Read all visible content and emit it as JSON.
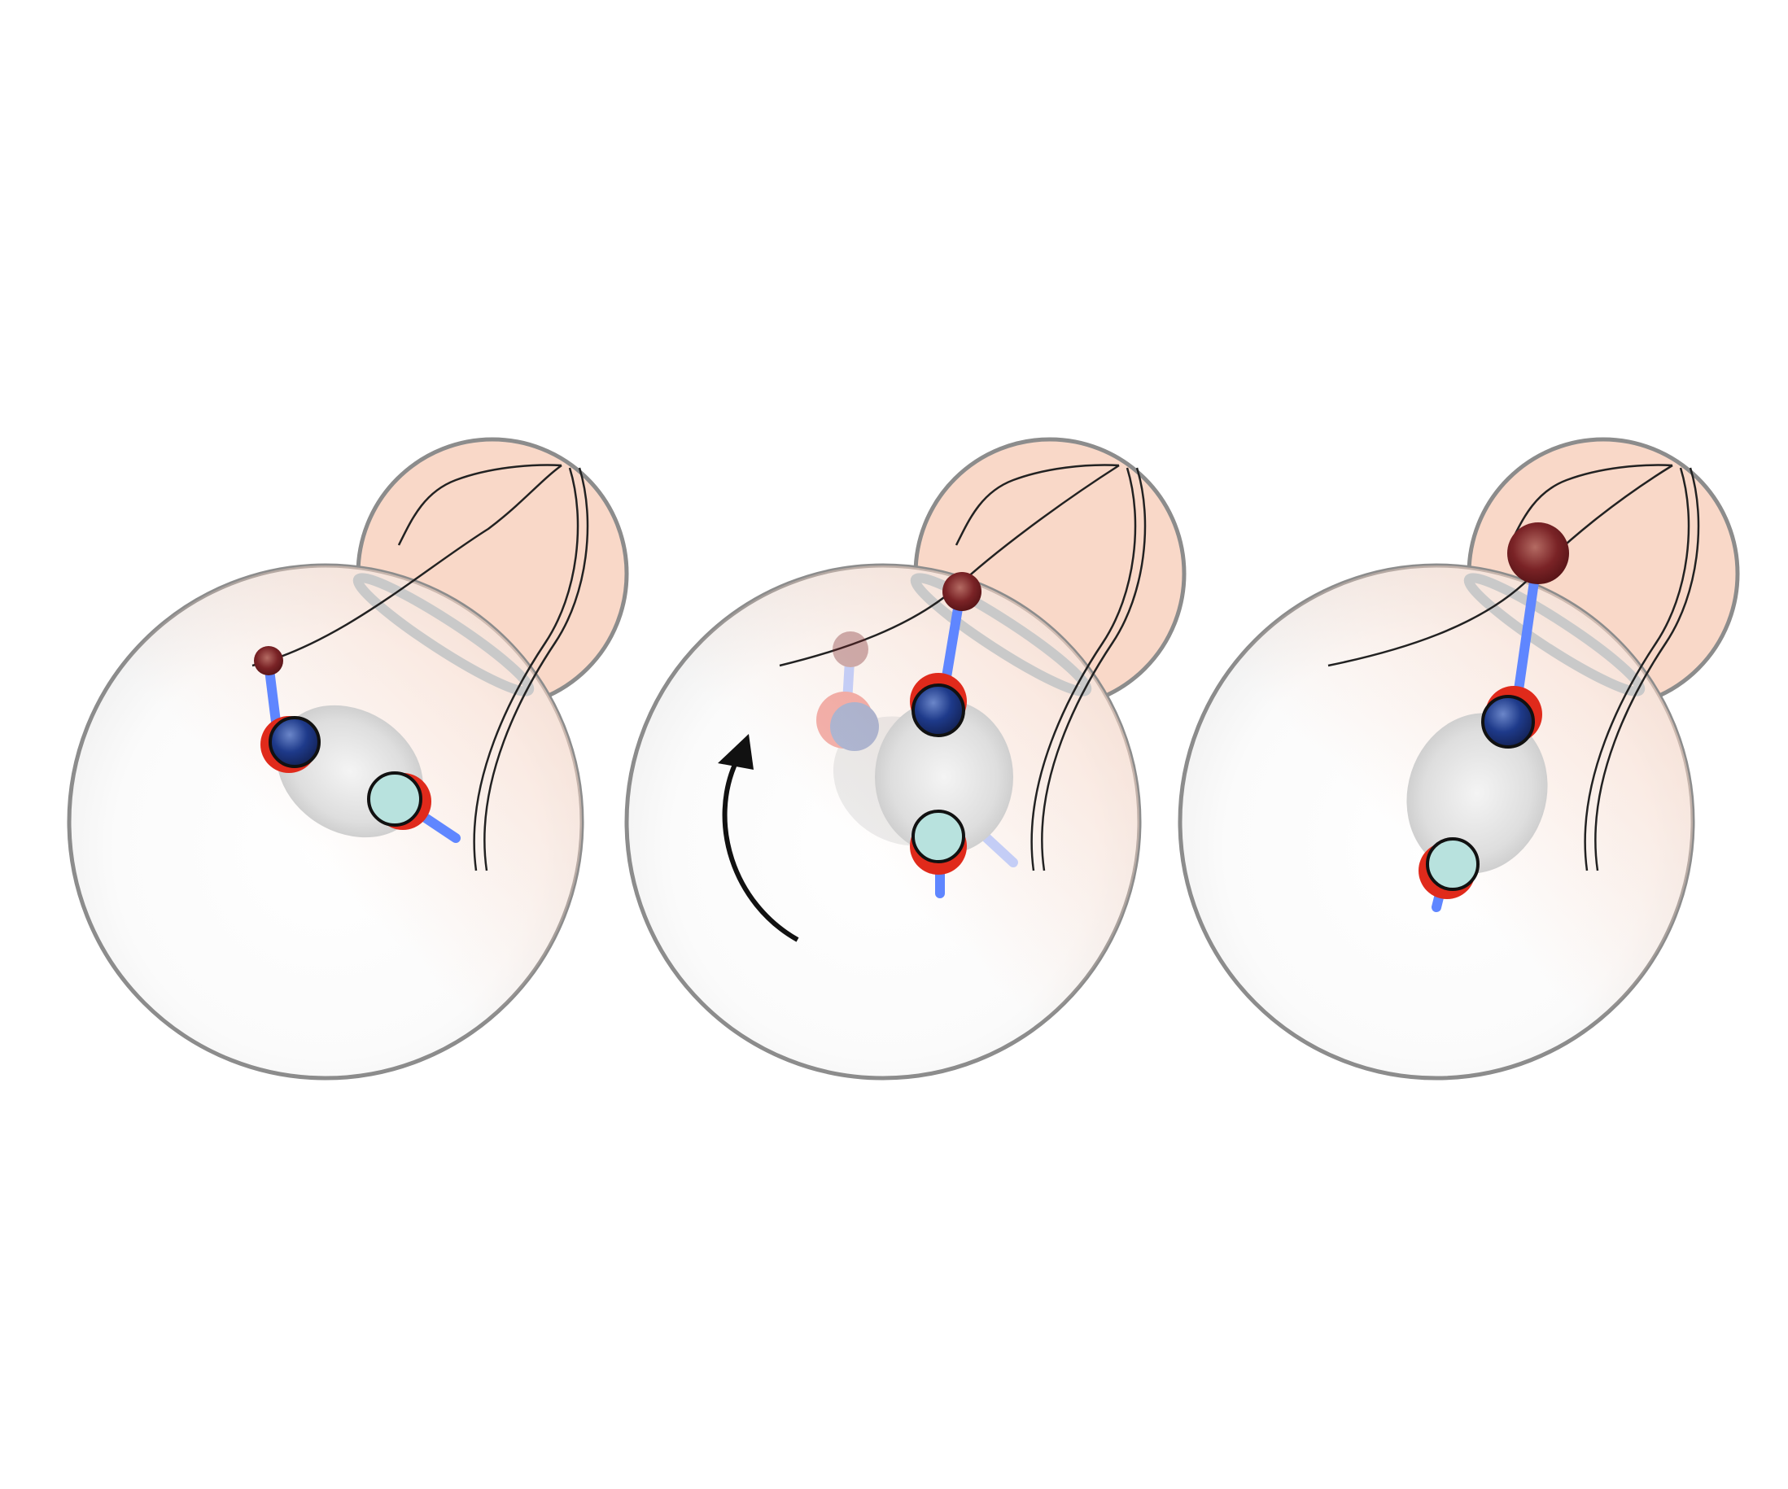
{
  "figure": {
    "panel_count": 3,
    "colors": {
      "mother_cell_fill": "#ffffff",
      "cell_outline": "#8c8c8c",
      "bud_fill": "#f9d8c8",
      "bud_neck_ring": "#c9c9c9",
      "nucleus_fill": "#d9d9d9",
      "spindle_pole_old": "#1e3a8a",
      "spindle_pole_new": "#b8e2de",
      "spb_marker": "#e02a1b",
      "microtubule": "#5f86ff",
      "cortical_anchor": "#7a2326",
      "actin_cable": "#222222",
      "rotation_arrow": "#111111"
    },
    "panels": [
      {
        "stage": "misaligned-spindle",
        "rotation_arrow": false,
        "ghost_previous_position": false
      },
      {
        "stage": "spindle-rotating",
        "rotation_arrow": true,
        "ghost_previous_position": true
      },
      {
        "stage": "aligned-spindle",
        "rotation_arrow": false,
        "ghost_previous_position": false
      }
    ],
    "legend": []
  }
}
